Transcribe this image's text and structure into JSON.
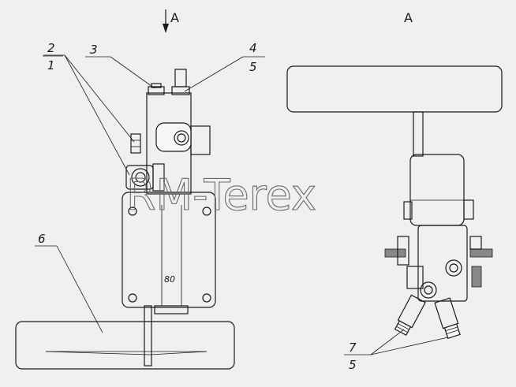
{
  "view_marker_left": "A",
  "view_title_right": "A",
  "callouts": {
    "c2": "2",
    "c1": "1",
    "c3": "3",
    "c4": "4",
    "c5_top": "5",
    "c6": "6",
    "c7": "7",
    "c5_bottom": "5"
  },
  "part_marking": "80",
  "watermark": "RM-Terex"
}
